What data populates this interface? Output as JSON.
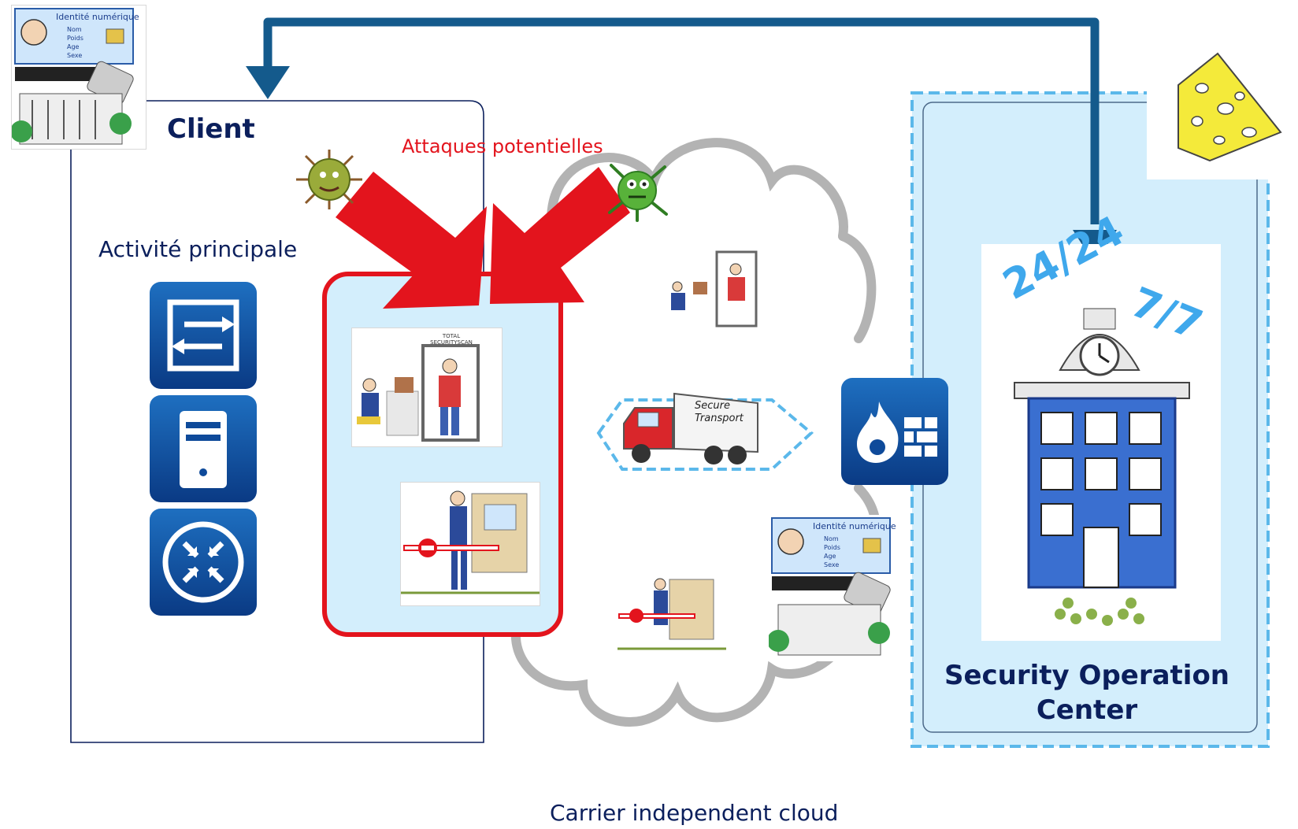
{
  "client": {
    "title": "Client",
    "main_activity": "Activité principale",
    "devices": [
      {
        "icon": "switch-icon"
      },
      {
        "icon": "server-icon"
      },
      {
        "icon": "router-icon"
      }
    ]
  },
  "attacks": {
    "label": "Attaques potentielles",
    "color": "#e3141d"
  },
  "cloud": {
    "label": "Carrier independent cloud",
    "outline_color": "#b3b3b3"
  },
  "id_card": {
    "title": "Identité numérique",
    "fields": [
      "Nom",
      "Poids",
      "Age",
      "Sexe"
    ]
  },
  "truck": {
    "label": "Secure Transport"
  },
  "security_scan": {
    "label": "TOTAL SECURITYSCAN"
  },
  "soc": {
    "title_line1": "Security Operation",
    "title_line2": "Center",
    "hours": "24/24",
    "days": "7/7"
  },
  "colors": {
    "navy": "#0b1f5c",
    "arrow_blue": "#145a8c",
    "light_blue": "#d3eefc",
    "dash_blue": "#5bb8ea",
    "red": "#e3141d"
  }
}
